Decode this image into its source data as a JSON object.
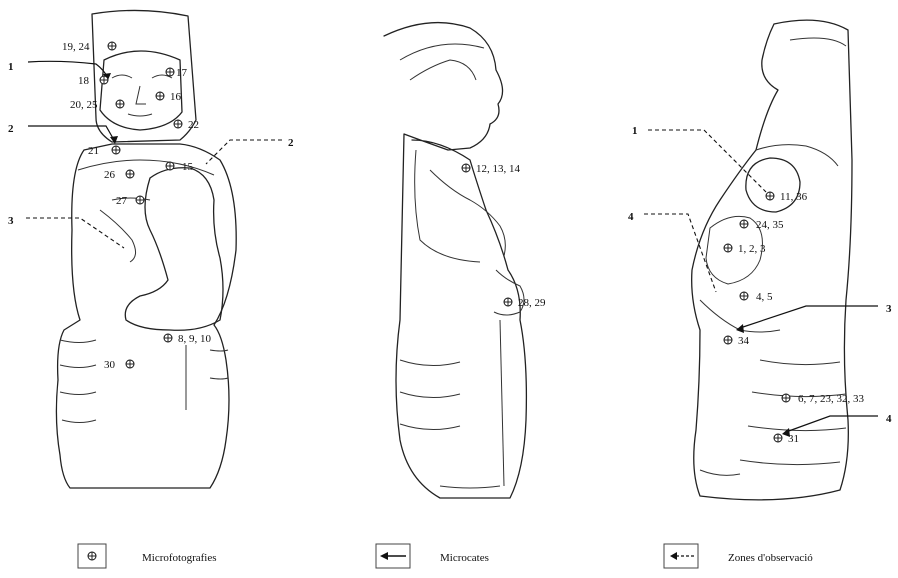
{
  "points": [
    {
      "label": "19, 24"
    },
    {
      "label": "18"
    },
    {
      "label": "17"
    },
    {
      "label": "16"
    },
    {
      "label": "20, 25"
    },
    {
      "label": "22"
    },
    {
      "label": "21"
    },
    {
      "label": "15"
    },
    {
      "label": "26"
    },
    {
      "label": "27"
    },
    {
      "label": "8, 9, 10"
    },
    {
      "label": "30"
    },
    {
      "label": "12, 13, 14"
    },
    {
      "label": "28, 29"
    },
    {
      "label": "11, 36"
    },
    {
      "label": "24, 35"
    },
    {
      "label": "1, 2, 3"
    },
    {
      "label": "4, 5"
    },
    {
      "label": "34"
    },
    {
      "label": "6, 7, 23, 32, 33"
    },
    {
      "label": "31"
    }
  ],
  "zones": [
    {
      "label": "1"
    },
    {
      "label": "2"
    },
    {
      "label": "3"
    },
    {
      "label": "2"
    },
    {
      "label": "1"
    },
    {
      "label": "4"
    },
    {
      "label": "3"
    },
    {
      "label": "4"
    }
  ],
  "legend": {
    "microfotografies": "Microfotografies",
    "microcates": "Microcates",
    "zones": "Zones d'observació"
  }
}
